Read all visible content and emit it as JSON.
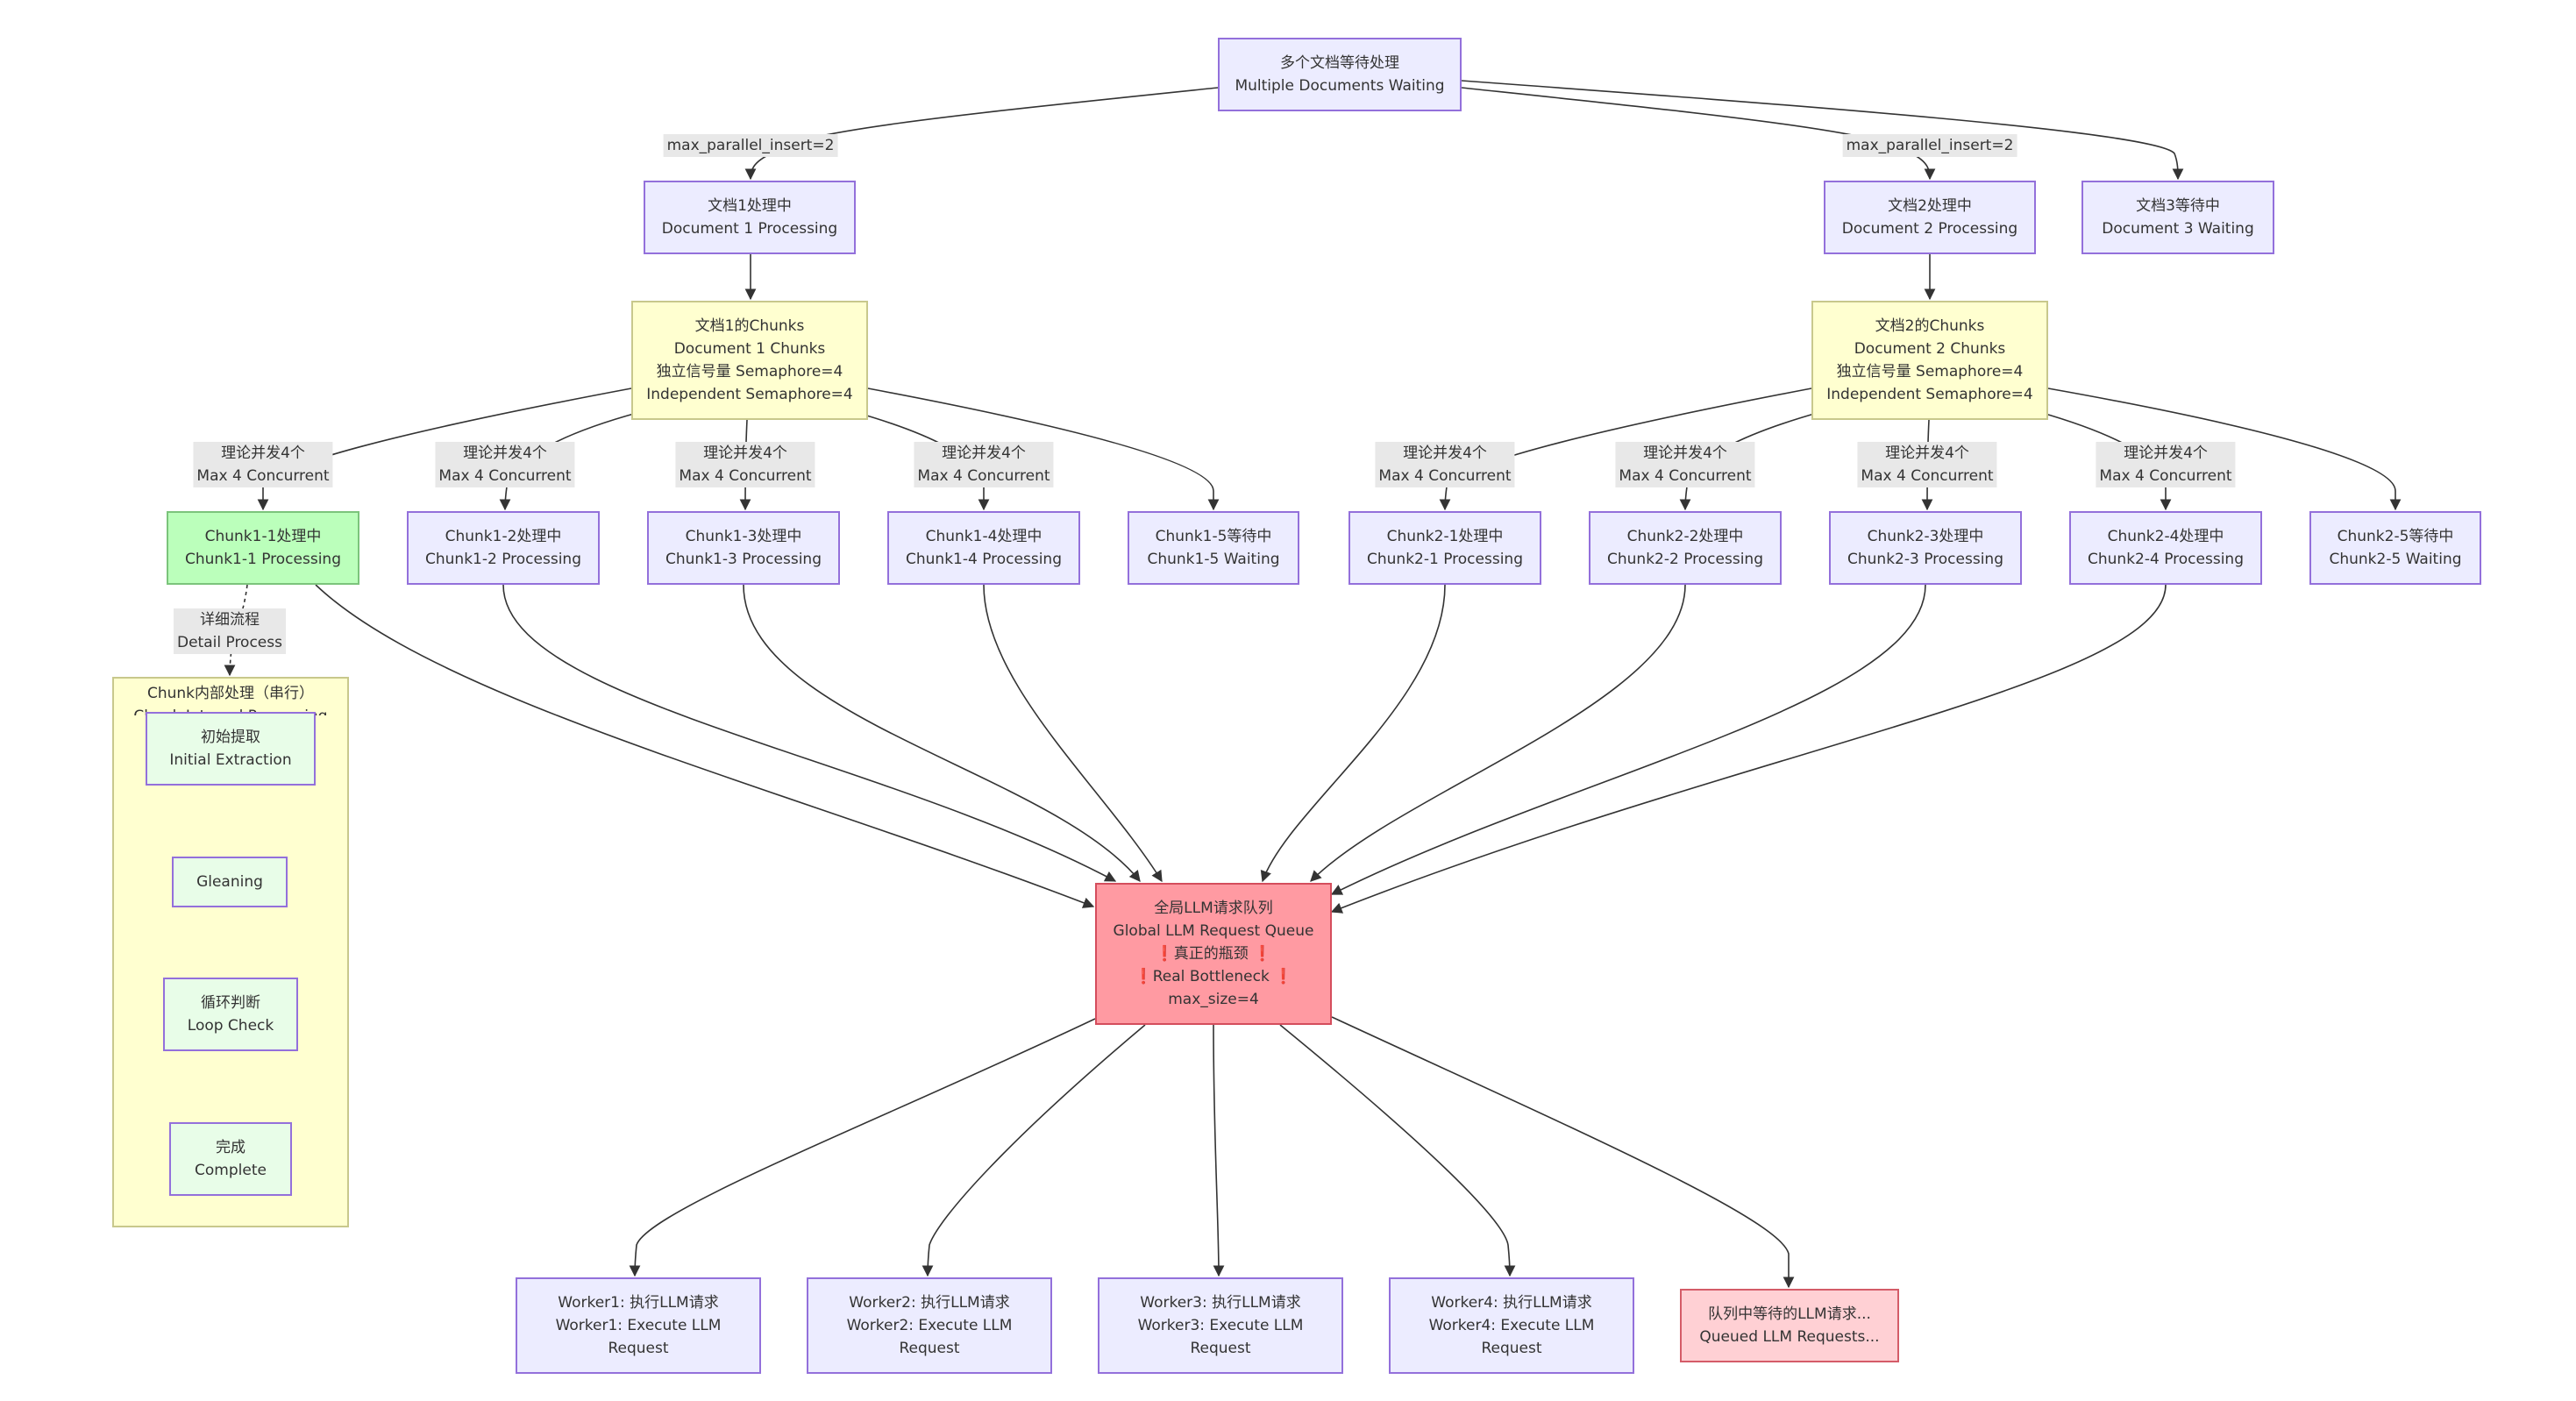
{
  "nodes": {
    "docs_waiting": [
      "多个文档等待处理",
      "Multiple Documents Waiting"
    ],
    "doc1": [
      "文档1处理中",
      "Document 1 Processing"
    ],
    "doc2": [
      "文档2处理中",
      "Document 2 Processing"
    ],
    "doc3": [
      "文档3等待中",
      "Document 3 Waiting"
    ],
    "doc1_chunks": [
      "文档1的Chunks",
      "Document 1 Chunks",
      "独立信号量 Semaphore=4",
      "Independent Semaphore=4"
    ],
    "doc2_chunks": [
      "文档2的Chunks",
      "Document 2 Chunks",
      "独立信号量 Semaphore=4",
      "Independent Semaphore=4"
    ],
    "c11": [
      "Chunk1-1处理中",
      "Chunk1-1 Processing"
    ],
    "c12": [
      "Chunk1-2处理中",
      "Chunk1-2 Processing"
    ],
    "c13": [
      "Chunk1-3处理中",
      "Chunk1-3 Processing"
    ],
    "c14": [
      "Chunk1-4处理中",
      "Chunk1-4 Processing"
    ],
    "c15": [
      "Chunk1-5等待中",
      "Chunk1-5 Waiting"
    ],
    "c21": [
      "Chunk2-1处理中",
      "Chunk2-1 Processing"
    ],
    "c22": [
      "Chunk2-2处理中",
      "Chunk2-2 Processing"
    ],
    "c23": [
      "Chunk2-3处理中",
      "Chunk2-3 Processing"
    ],
    "c24": [
      "Chunk2-4处理中",
      "Chunk2-4 Processing"
    ],
    "c25": [
      "Chunk2-5等待中",
      "Chunk2-5 Waiting"
    ],
    "initial": [
      "初始提取",
      "Initial Extraction"
    ],
    "gleaning": [
      "Gleaning"
    ],
    "loop": [
      "循环判断",
      "Loop Check"
    ],
    "complete": [
      "完成",
      "Complete"
    ],
    "queue": [
      "全局LLM请求队列",
      "Global LLM Request Queue",
      "❗真正的瓶颈 ❗",
      "❗Real Bottleneck ❗",
      "max_size=4"
    ],
    "w1": [
      "Worker1: 执行LLM请求",
      "Worker1: Execute LLM",
      "Request"
    ],
    "w2": [
      "Worker2: 执行LLM请求",
      "Worker2: Execute LLM",
      "Request"
    ],
    "w3": [
      "Worker3: 执行LLM请求",
      "Worker3: Execute LLM",
      "Request"
    ],
    "w4": [
      "Worker4: 执行LLM请求",
      "Worker4: Execute LLM",
      "Request"
    ],
    "queued": [
      "队列中等待的LLM请求...",
      "Queued LLM Requests..."
    ]
  },
  "cluster": {
    "title": [
      "Chunk内部处理（串行）",
      "Chunk Internal Processing"
    ]
  },
  "edge_labels": {
    "parallel_insert": [
      "max_parallel_insert=2"
    ],
    "concurrent": [
      "理论并发4个",
      "Max 4 Concurrent"
    ],
    "detail": [
      "详细流程",
      "Detail Process"
    ]
  },
  "colors": {
    "node_fill": "#ececff",
    "node_border": "#9370db",
    "chunks_fill": "#ffffd0",
    "active_fill": "#bbffbb",
    "bottleneck_fill": "#ff9aa2",
    "queued_fill": "#ffd0d4",
    "edge": "#333333"
  }
}
